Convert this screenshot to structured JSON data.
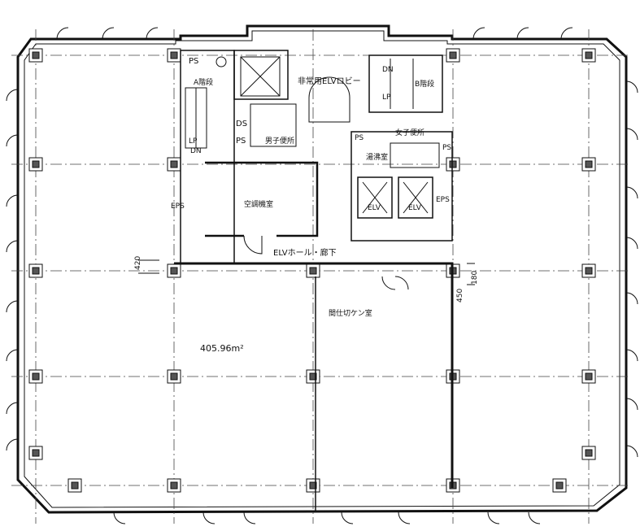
{
  "labels": {
    "ps_top": "PS",
    "stair_a": "A階段",
    "emergency_lobby": "非常用ELVロビー",
    "stair_b": "B階段",
    "ds": "DS",
    "ps_mid": "PS",
    "mens_toilet": "男子便所",
    "womens_toilet": "女子便所",
    "ps_right": "PS",
    "ps_right2": "PS",
    "lp_left": "LP",
    "dn_left": "DN",
    "dn_right": "DN",
    "lp_right": "LP",
    "eps_left": "EPS",
    "eps_right": "EPS",
    "hot_water": "湯沸室",
    "hvac_room": "空調機室",
    "elv1": "ELV",
    "elv2": "ELV",
    "elv_hall": "ELVホール・廊下",
    "partition": "間仕切ケン室",
    "area": "405.96m²",
    "dim_420": "420",
    "dim_180": "180",
    "dim_450": "450"
  }
}
